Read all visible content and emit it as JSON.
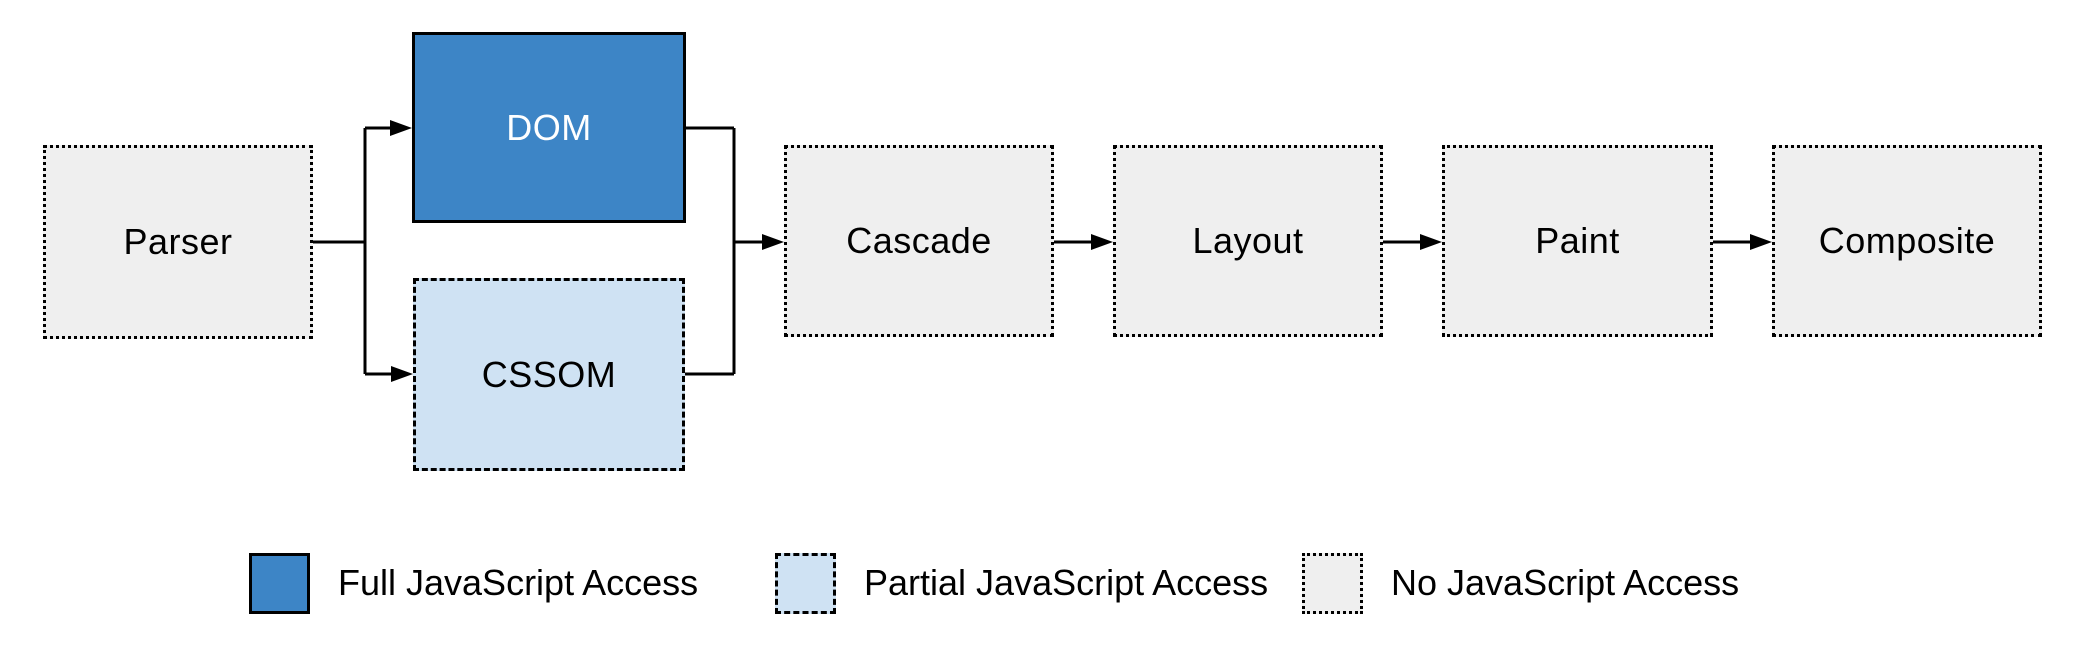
{
  "diagram": {
    "description": "Browser rendering pipeline flowchart",
    "nodes": {
      "parser": {
        "label": "Parser",
        "access": "none"
      },
      "dom": {
        "label": "DOM",
        "access": "full"
      },
      "cssom": {
        "label": "CSSOM",
        "access": "partial"
      },
      "cascade": {
        "label": "Cascade",
        "access": "none"
      },
      "layout": {
        "label": "Layout",
        "access": "none"
      },
      "paint": {
        "label": "Paint",
        "access": "none"
      },
      "composite": {
        "label": "Composite",
        "access": "none"
      }
    },
    "edges": [
      "Parser -> DOM",
      "Parser -> CSSOM",
      "DOM -> Cascade",
      "CSSOM -> Cascade",
      "Cascade -> Layout",
      "Layout -> Paint",
      "Paint -> Composite"
    ]
  },
  "legend": {
    "items": [
      {
        "label": "Full JavaScript Access",
        "swatch_style": "solid",
        "swatch_color": "#3d85c6"
      },
      {
        "label": "Partial JavaScript Access",
        "swatch_style": "dashed",
        "swatch_color": "#cfe2f3"
      },
      {
        "label": "No JavaScript Access",
        "swatch_style": "dotted",
        "swatch_color": "#efefef"
      }
    ]
  },
  "colors": {
    "full_access_blue": "#3d85c6",
    "partial_access_light_blue": "#cfe2f3",
    "no_access_gray": "#efefef",
    "line_black": "#000000",
    "background_white": "#ffffff",
    "dom_text_white": "#ffffff"
  }
}
